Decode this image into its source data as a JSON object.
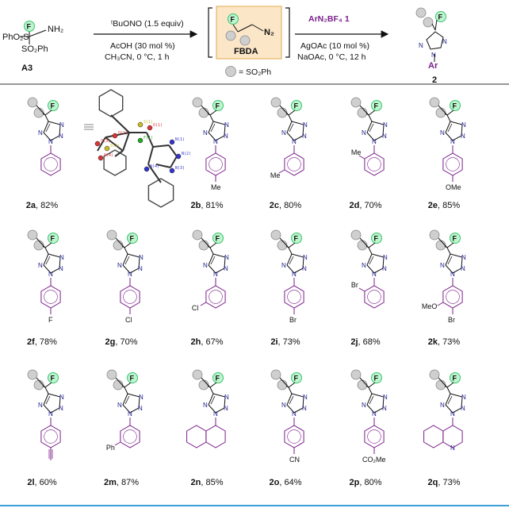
{
  "scheme": {
    "a3": {
      "left_group": "PhO₂S",
      "amine": "NH₂",
      "bottom_group": "SO₂Ph",
      "label": "A3"
    },
    "step1": {
      "reagent": "ᵗBuONO (1.5 equiv)",
      "additive": "AcOH (30 mol %)",
      "conditions": "CH₃CN, 0 °C, 1 h"
    },
    "fbda": {
      "diazo": "N₂",
      "label": "FBDA"
    },
    "legend": "= SO₂Ph",
    "step2": {
      "reagent": "ArN₂BF₄ 1",
      "catalyst": "AgOAc (10 mol %)",
      "conditions": "NaOAc, 0 °C, 12 h"
    },
    "product": {
      "ar": "Ar",
      "label": "2"
    }
  },
  "compounds": [
    {
      "id": "2a",
      "yield": "82%",
      "substituent": "",
      "aryl": "phenyl"
    },
    {
      "id": "2b",
      "yield": "81%",
      "substituent": "Me",
      "aryl": "para"
    },
    {
      "id": "2c",
      "yield": "80%",
      "substituent": "Me",
      "aryl": "meta"
    },
    {
      "id": "2d",
      "yield": "70%",
      "substituent": "Me",
      "aryl": "ortho"
    },
    {
      "id": "2e",
      "yield": "85%",
      "substituent": "OMe",
      "aryl": "para"
    },
    {
      "id": "2f",
      "yield": "78%",
      "substituent": "F",
      "aryl": "para"
    },
    {
      "id": "2g",
      "yield": "70%",
      "substituent": "Cl",
      "aryl": "para"
    },
    {
      "id": "2h",
      "yield": "67%",
      "substituent": "Cl",
      "aryl": "meta"
    },
    {
      "id": "2i",
      "yield": "73%",
      "substituent": "Br",
      "aryl": "para"
    },
    {
      "id": "2j",
      "yield": "68%",
      "substituent": "Br",
      "aryl": "ortho"
    },
    {
      "id": "2k",
      "yield": "73%",
      "substituent": "Br",
      "substituent2": "MeO",
      "aryl": "para-meta"
    },
    {
      "id": "2l",
      "yield": "60%",
      "substituent": "",
      "aryl": "alkyne"
    },
    {
      "id": "2m",
      "yield": "87%",
      "substituent": "Ph",
      "aryl": "meta"
    },
    {
      "id": "2n",
      "yield": "85%",
      "substituent": "",
      "aryl": "naphthyl"
    },
    {
      "id": "2o",
      "yield": "64%",
      "substituent": "CN",
      "aryl": "para"
    },
    {
      "id": "2p",
      "yield": "80%",
      "substituent": "CO₂Me",
      "aryl": "para"
    },
    {
      "id": "2q",
      "yield": "73%",
      "substituent": "",
      "aryl": "quinolinyl"
    }
  ],
  "crystal_labels": [
    "O(1)",
    "O(2)",
    "O(3)",
    "O(4)",
    "F(1)",
    "S(1)",
    "S(2)",
    "N(1)",
    "N(2)",
    "N(3)",
    "N(4)"
  ],
  "colors": {
    "fluorine_fill": "#bdf5cf",
    "fluorine_stroke": "#39c46d",
    "so2ph_fill": "#cfcfcf",
    "highlight_box": "#fbe7c8",
    "ar_purple": "#7a1f8a",
    "nitrogen_blue": "#1a1a8a"
  }
}
